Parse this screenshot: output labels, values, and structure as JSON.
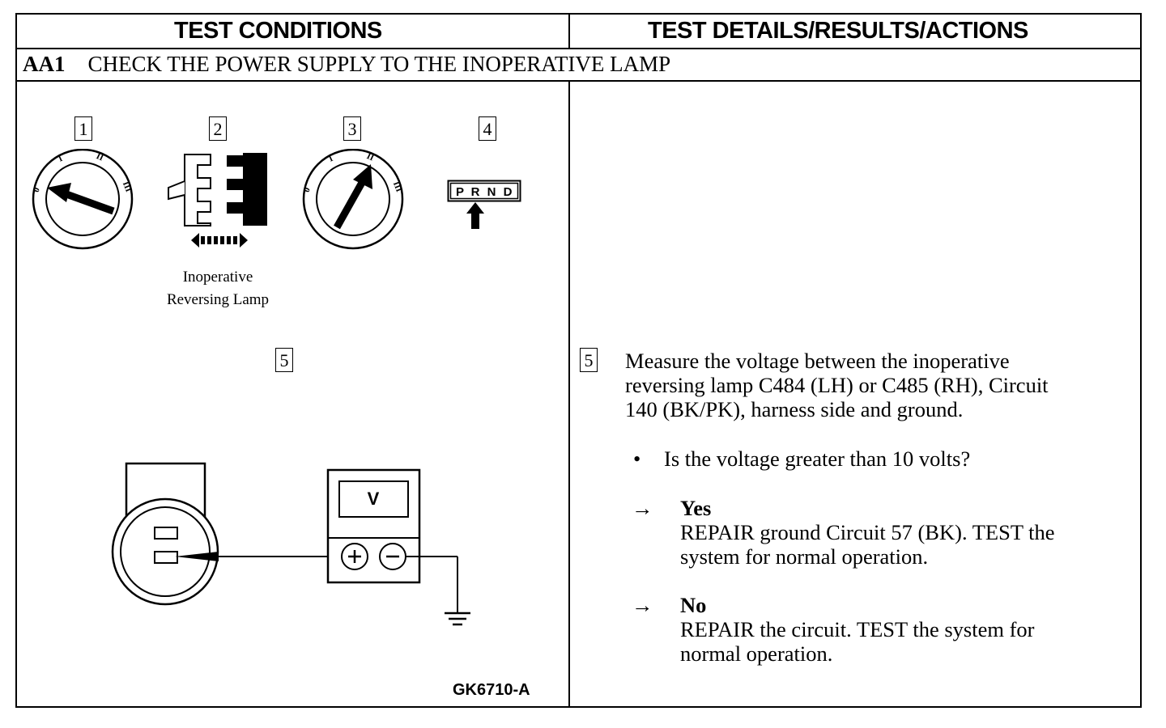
{
  "header": {
    "left_title": "TEST CONDITIONS",
    "right_title": "TEST DETAILS/RESULTS/ACTIONS"
  },
  "step": {
    "code": "AA1",
    "title": "CHECK THE POWER SUPPLY TO THE INOPERATIVE LAMP"
  },
  "conditions": {
    "steps": [
      {
        "number": "1",
        "icon": "ignition-switch-off-icon"
      },
      {
        "number": "2",
        "icon": "connector-disconnect-icon"
      },
      {
        "number": "3",
        "icon": "ignition-switch-on-icon"
      },
      {
        "number": "4",
        "icon": "gear-selector-reverse-icon"
      },
      {
        "number": "5",
        "icon": "voltmeter-test-icon"
      }
    ],
    "ignition_positions": [
      "0",
      "I",
      "II",
      "III"
    ],
    "connector_caption": [
      "Inoperative",
      "Reversing Lamp"
    ],
    "gear_labels": [
      "P",
      "R",
      "N",
      "D"
    ],
    "meter_label": "V",
    "figure_id": "GK6710-A"
  },
  "details": {
    "step_number": "5",
    "instruction_lines": [
      "Measure the voltage between the inoperative",
      "reversing lamp C484 (LH) or C485 (RH), Circuit",
      "140 (BK/PK), harness side and ground."
    ],
    "bullet_symbol": "•",
    "question": "Is the voltage greater than 10 volts?",
    "arrow_symbol": "→",
    "results": [
      {
        "label": "Yes",
        "lines": [
          "REPAIR ground Circuit 57 (BK). TEST the",
          "system for normal operation."
        ]
      },
      {
        "label": "No",
        "lines": [
          "REPAIR the circuit. TEST the system for",
          "normal operation."
        ]
      }
    ]
  }
}
